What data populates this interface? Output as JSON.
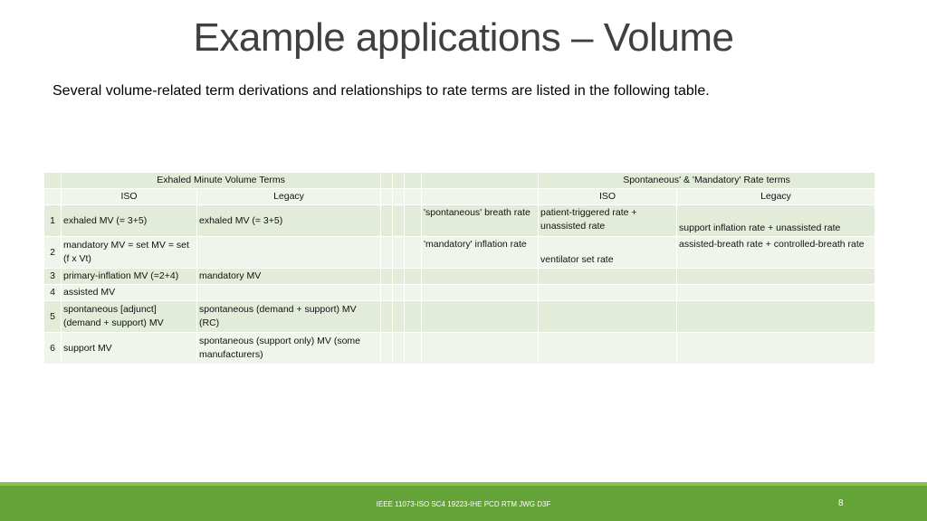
{
  "slide": {
    "title": "Example applications – Volume",
    "subtitle": "Several volume-related term derivations and relationships to rate terms are listed in the following table."
  },
  "table": {
    "header1": {
      "volume_terms": "Exhaled Minute Volume Terms",
      "rate_terms": "Spontaneous' & 'Mandatory' Rate terms"
    },
    "header2": {
      "iso": "ISO",
      "legacy": "Legacy",
      "rate_iso": "ISO",
      "rate_legacy": "Legacy"
    },
    "rows": [
      {
        "num": "1",
        "iso": "exhaled MV (= 3+5)",
        "legacy": "exhaled MV (= 3+5)",
        "rate_term": "'spontaneous' breath rate",
        "rate_iso": "patient-triggered rate + unassisted rate",
        "rate_legacy": "support inflation rate + unassisted rate"
      },
      {
        "num": "2",
        "iso": "mandatory MV = set MV = set (f x Vt)",
        "legacy": "",
        "rate_term": "'mandatory' inflation rate",
        "rate_iso": "ventilator set rate",
        "rate_legacy": "assisted-breath rate + controlled-breath rate"
      },
      {
        "num": "3",
        "iso": "primary-inflation MV  (=2+4)",
        "legacy": "mandatory MV",
        "rate_term": "",
        "rate_iso": "",
        "rate_legacy": ""
      },
      {
        "num": "4",
        "iso": "assisted MV",
        "legacy": "",
        "rate_term": "",
        "rate_iso": "",
        "rate_legacy": ""
      },
      {
        "num": "5",
        "iso": "spontaneous [adjunct] (demand + support) MV",
        "legacy": "spontaneous (demand + support) MV (RC)",
        "rate_term": "",
        "rate_iso": "",
        "rate_legacy": ""
      },
      {
        "num": "6",
        "iso": "support MV",
        "legacy": "spontaneous (support only) MV (some manufacturers)",
        "rate_term": "",
        "rate_iso": "",
        "rate_legacy": ""
      }
    ]
  },
  "footer": {
    "text": "IEEE 11073-ISO SC4 19223-IHE PCD RTM JWG D3F",
    "page": "8"
  },
  "colors": {
    "footer_band": "#64a338",
    "footer_line": "#8cc152",
    "row_dark": "#e3ecd9",
    "row_light": "#f0f5ec"
  }
}
